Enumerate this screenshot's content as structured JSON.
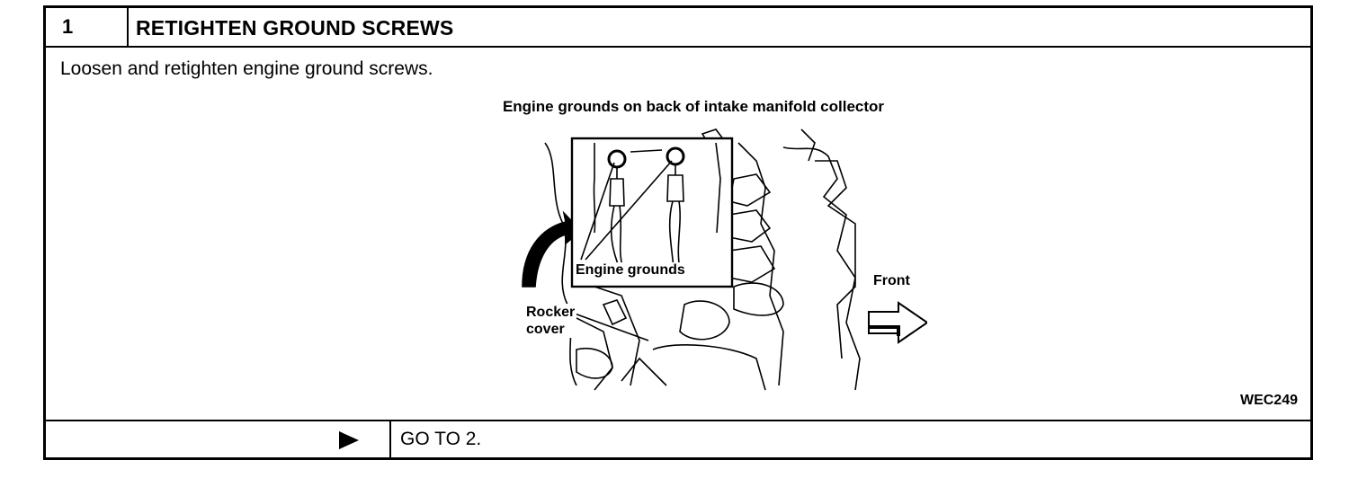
{
  "step": {
    "number": "1",
    "title": "RETIGHTEN GROUND SCREWS",
    "instruction": "Loosen and retighten engine ground screws."
  },
  "figure": {
    "caption": "Engine grounds on back of intake manifold collector",
    "label_grounds": "Engine grounds",
    "label_front": "Front",
    "label_rocker_line1": "Rocker",
    "label_rocker_line2": "cover",
    "code": "WEC249",
    "icon": "engine-illustration"
  },
  "result": {
    "arrow_icon": "right-triangle-icon",
    "action": "GO TO 2."
  }
}
